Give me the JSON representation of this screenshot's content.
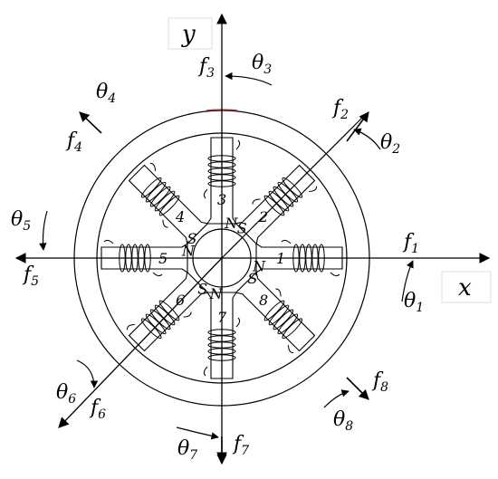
{
  "axes": {
    "x": "x",
    "y": "y"
  },
  "forces": [
    {
      "id": "1",
      "f": "f",
      "fsub": "1",
      "t": "θ",
      "tsub": "1"
    },
    {
      "id": "2",
      "f": "f",
      "fsub": "2",
      "t": "θ",
      "tsub": "2"
    },
    {
      "id": "3",
      "f": "f",
      "fsub": "3",
      "t": "θ",
      "tsub": "3"
    },
    {
      "id": "4",
      "f": "f",
      "fsub": "4",
      "t": "θ",
      "tsub": "4"
    },
    {
      "id": "5",
      "f": "f",
      "fsub": "5",
      "t": "θ",
      "tsub": "5"
    },
    {
      "id": "6",
      "f": "f",
      "fsub": "6",
      "t": "θ",
      "tsub": "6"
    },
    {
      "id": "7",
      "f": "f",
      "fsub": "7",
      "t": "θ",
      "tsub": "7"
    },
    {
      "id": "8",
      "f": "f",
      "fsub": "8",
      "t": "θ",
      "tsub": "8"
    }
  ],
  "poles": [
    "1",
    "2",
    "3",
    "4",
    "5",
    "6",
    "7",
    "8"
  ],
  "rotor_marks": [
    "N",
    "S",
    "N",
    "S",
    "N",
    "S",
    "N",
    "S"
  ],
  "colors": {
    "line": "#000000",
    "top_mark": "#cc2222"
  }
}
